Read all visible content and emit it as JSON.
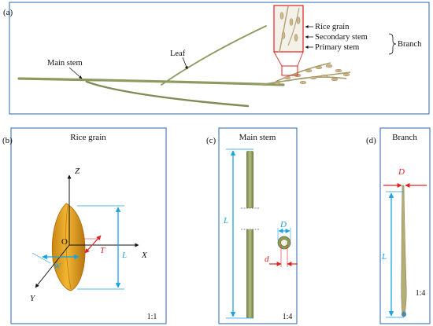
{
  "panels": {
    "a": {
      "tag": "(a)",
      "labels": {
        "main_stem": "Main stem",
        "leaf": "Leaf",
        "rice_grain": "Rice grain",
        "secondary_stem": "Secondary stem",
        "primary_stem": "Primary stem",
        "branch": "Branch"
      }
    },
    "b": {
      "tag": "(b)",
      "title": "Rice grain",
      "axes": {
        "x": "X",
        "y": "Y",
        "z": "Z",
        "origin": "O"
      },
      "dims": {
        "length": "L",
        "width": "W",
        "thickness": "T"
      },
      "scale": "1:1"
    },
    "c": {
      "tag": "(c)",
      "title": "Main stem",
      "dims": {
        "length": "L",
        "outer_diameter": "D",
        "inner_diameter": "d"
      },
      "scale": "1:4"
    },
    "d": {
      "tag": "(d)",
      "title": "Branch",
      "dims": {
        "length": "L",
        "diameter": "D"
      },
      "scale": "1:4"
    }
  },
  "colors": {
    "frame": "#4a7ebb",
    "dimension_blue": "#1aa3e0",
    "dimension_red": "#e02020",
    "callout_red": "#e02020",
    "stem_green": "#8d9a60",
    "grain_gold": "#e6a21c"
  }
}
